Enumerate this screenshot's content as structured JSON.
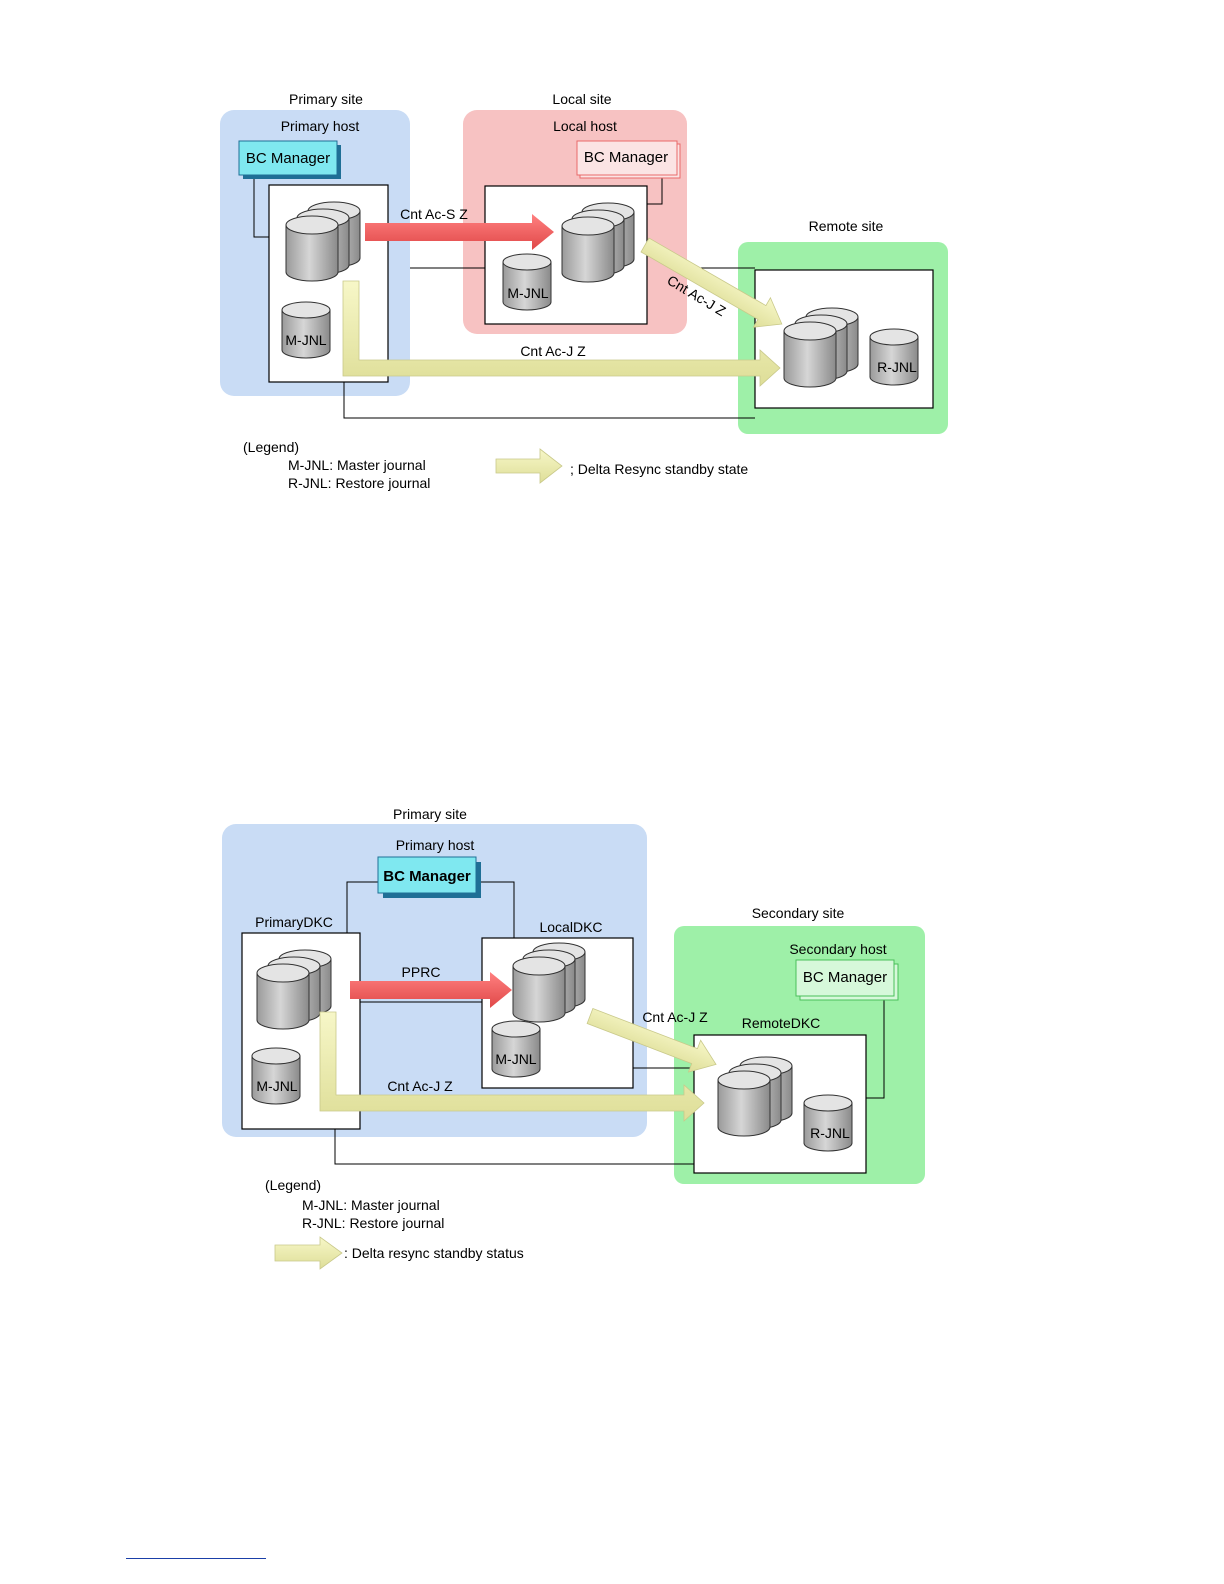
{
  "colors": {
    "primary_site": "#c9dcf5",
    "local_site": "#f7c2c2",
    "remote_site": "#9ef0a8",
    "bc_manager_primary": "#7fe8f0",
    "sync_arrow": "#f06262",
    "async_arrow": "#eeeeaa",
    "cylinder": "#b8b8b8"
  },
  "diagram1": {
    "primary_site_label": "Primary site",
    "primary_host_label": "Primary host",
    "primary_bc_manager": "BC Manager",
    "local_site_label": "Local site",
    "local_host_label": "Local host",
    "local_bc_manager": "BC Manager",
    "remote_site_label": "Remote site",
    "sync_arrow_label": "Cnt Ac-S Z",
    "async_local_remote_label": "Cnt Ac-J Z",
    "async_primary_remote_label": "Cnt Ac-J Z",
    "primary_mjnl": "M-JNL",
    "local_mjnl": "M-JNL",
    "remote_rjnl": "R-JNL",
    "legend": {
      "title": "(Legend)",
      "mjnl": "M-JNL: Master journal",
      "rjnl": "R-JNL: Restore journal",
      "standby": "; Delta Resync standby state"
    }
  },
  "diagram2": {
    "primary_site_label": "Primary site",
    "primary_host_label": "Primary host",
    "primary_bc_manager": "BC Manager",
    "primary_dkc_label": "PrimaryDKC",
    "local_dkc_label": "LocalDKC",
    "secondary_site_label": "Secondary site",
    "secondary_host_label": "Secondary host",
    "secondary_bc_manager": "BC Manager",
    "remote_dkc_label": "RemoteDKC",
    "sync_arrow_label": "PPRC",
    "async_local_remote_label": "Cnt Ac-J Z",
    "async_primary_remote_label": "Cnt Ac-J Z",
    "primary_mjnl": "M-JNL",
    "local_mjnl": "M-JNL",
    "remote_rjnl": "R-JNL",
    "legend": {
      "title": "(Legend)",
      "mjnl": "M-JNL: Master journal",
      "rjnl": "R-JNL: Restore journal",
      "standby": ": Delta resync standby status"
    }
  }
}
